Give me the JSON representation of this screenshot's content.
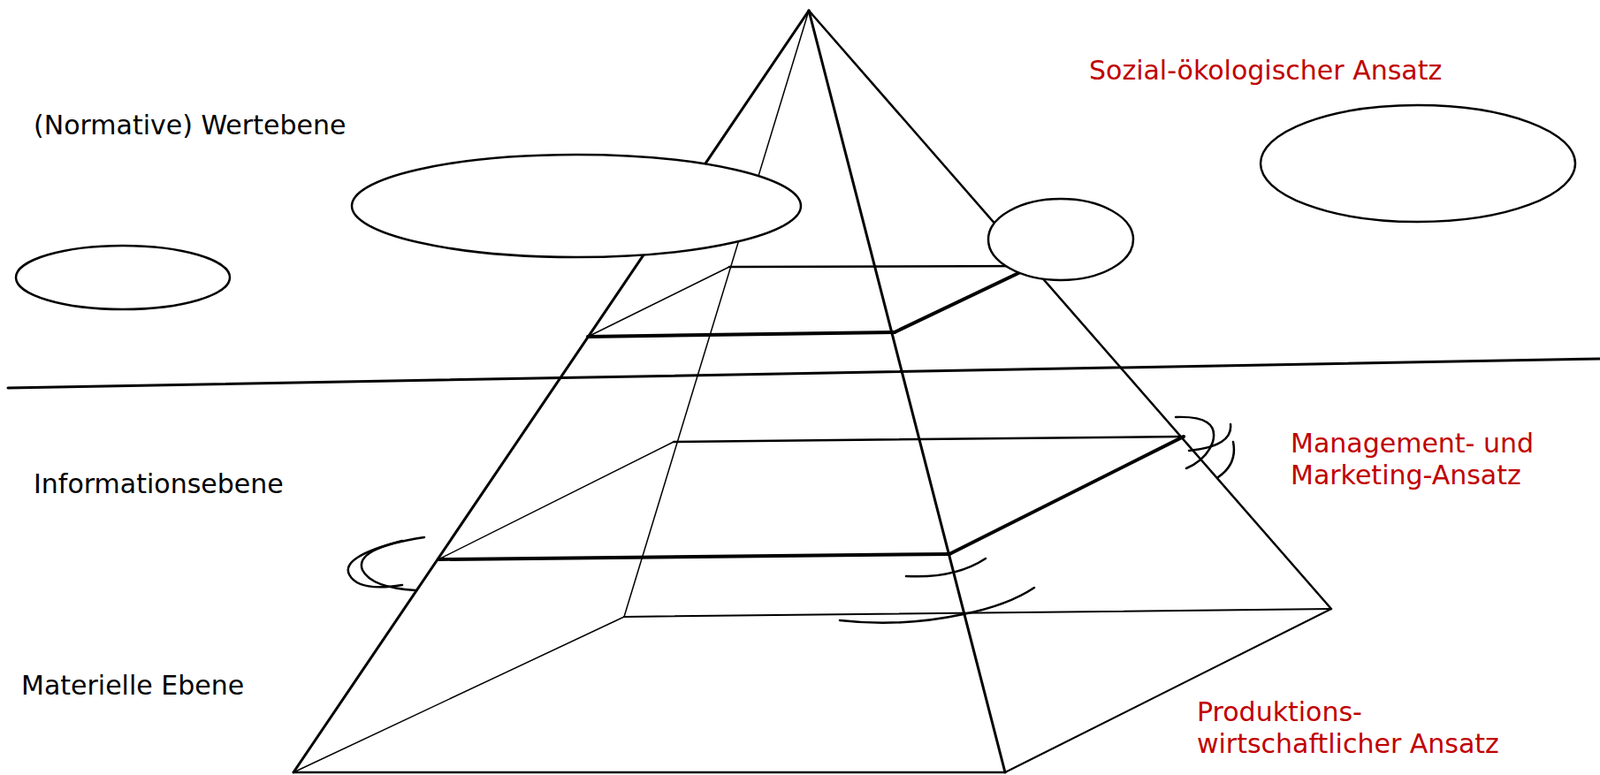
{
  "diagram": {
    "labels": [
      "(Normative) Wertebene",
      "Informationsebene",
      "Materielle Ebene",
      "Sozial-ökologischer Ansatz",
      "Management- und Marketing-Ansatz",
      "Produktions- wirtschaftlicher Ansatz"
    ]
  }
}
